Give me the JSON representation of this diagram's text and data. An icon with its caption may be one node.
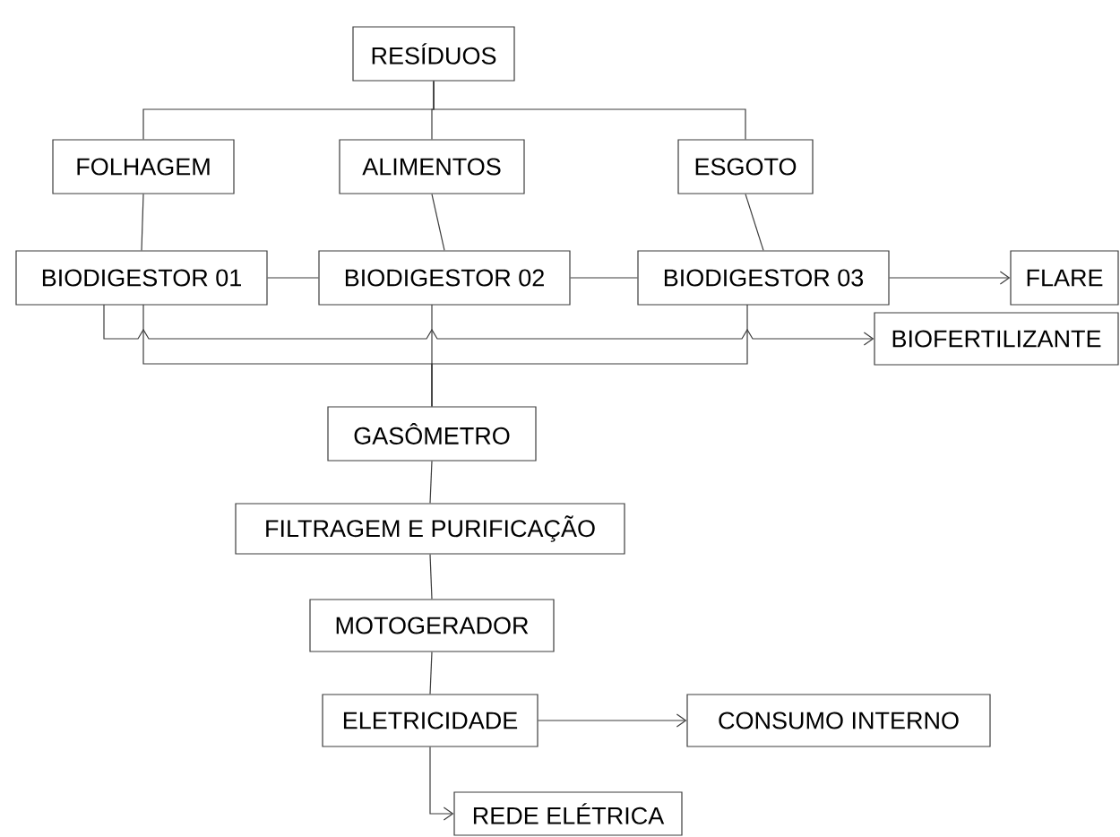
{
  "diagram": {
    "nodes": [
      {
        "text": [
          "RESÍDUOS"
        ]
      },
      {
        "text": [
          "FOLHAGEM"
        ]
      },
      {
        "text": [
          "ALIMENTOS"
        ]
      },
      {
        "text": [
          "ESGOTO"
        ]
      },
      {
        "text": [
          "BIODIGESTOR 01"
        ]
      },
      {
        "text": [
          "BIODIGESTOR 02"
        ]
      },
      {
        "text": [
          "BIODIGESTOR 03"
        ]
      },
      {
        "text": [
          "FLARE"
        ]
      },
      {
        "text": [
          "BIOFERTILIZANTE"
        ]
      },
      {
        "text": [
          "GASÔMETRO"
        ]
      },
      {
        "text": [
          "FILTRAGEM E PURIFICAÇÃO"
        ]
      },
      {
        "text": [
          "MOTOGERADOR"
        ]
      },
      {
        "text": [
          "ELETRICIDADE"
        ]
      },
      {
        "text": [
          "CONSUMO INTERNO"
        ]
      },
      {
        "text": [
          "REDE ELÉTRICA"
        ]
      }
    ],
    "edges": [
      {
        "from": 0,
        "to": 1,
        "arrow": "none"
      },
      {
        "from": 0,
        "to": 2,
        "arrow": "none"
      },
      {
        "from": 0,
        "to": 3,
        "arrow": "none"
      },
      {
        "from": 1,
        "to": 4,
        "arrow": "none"
      },
      {
        "from": 2,
        "to": 5,
        "arrow": "none"
      },
      {
        "from": 3,
        "to": 6,
        "arrow": "none"
      },
      {
        "from": 4,
        "to": 5,
        "arrow": "none"
      },
      {
        "from": 5,
        "to": 6,
        "arrow": "none"
      },
      {
        "from": 6,
        "to": 7,
        "arrow": "to"
      },
      {
        "from": 4,
        "to": 8,
        "arrow": "to"
      },
      {
        "from": 4,
        "to": 9,
        "arrow": "none"
      },
      {
        "from": 5,
        "to": 9,
        "arrow": "none"
      },
      {
        "from": 6,
        "to": 9,
        "arrow": "none"
      },
      {
        "from": 9,
        "to": 10,
        "arrow": "none"
      },
      {
        "from": 10,
        "to": 11,
        "arrow": "none"
      },
      {
        "from": 11,
        "to": 12,
        "arrow": "none"
      },
      {
        "from": 12,
        "to": 13,
        "arrow": "to"
      },
      {
        "from": 12,
        "to": 14,
        "arrow": "to"
      }
    ]
  }
}
